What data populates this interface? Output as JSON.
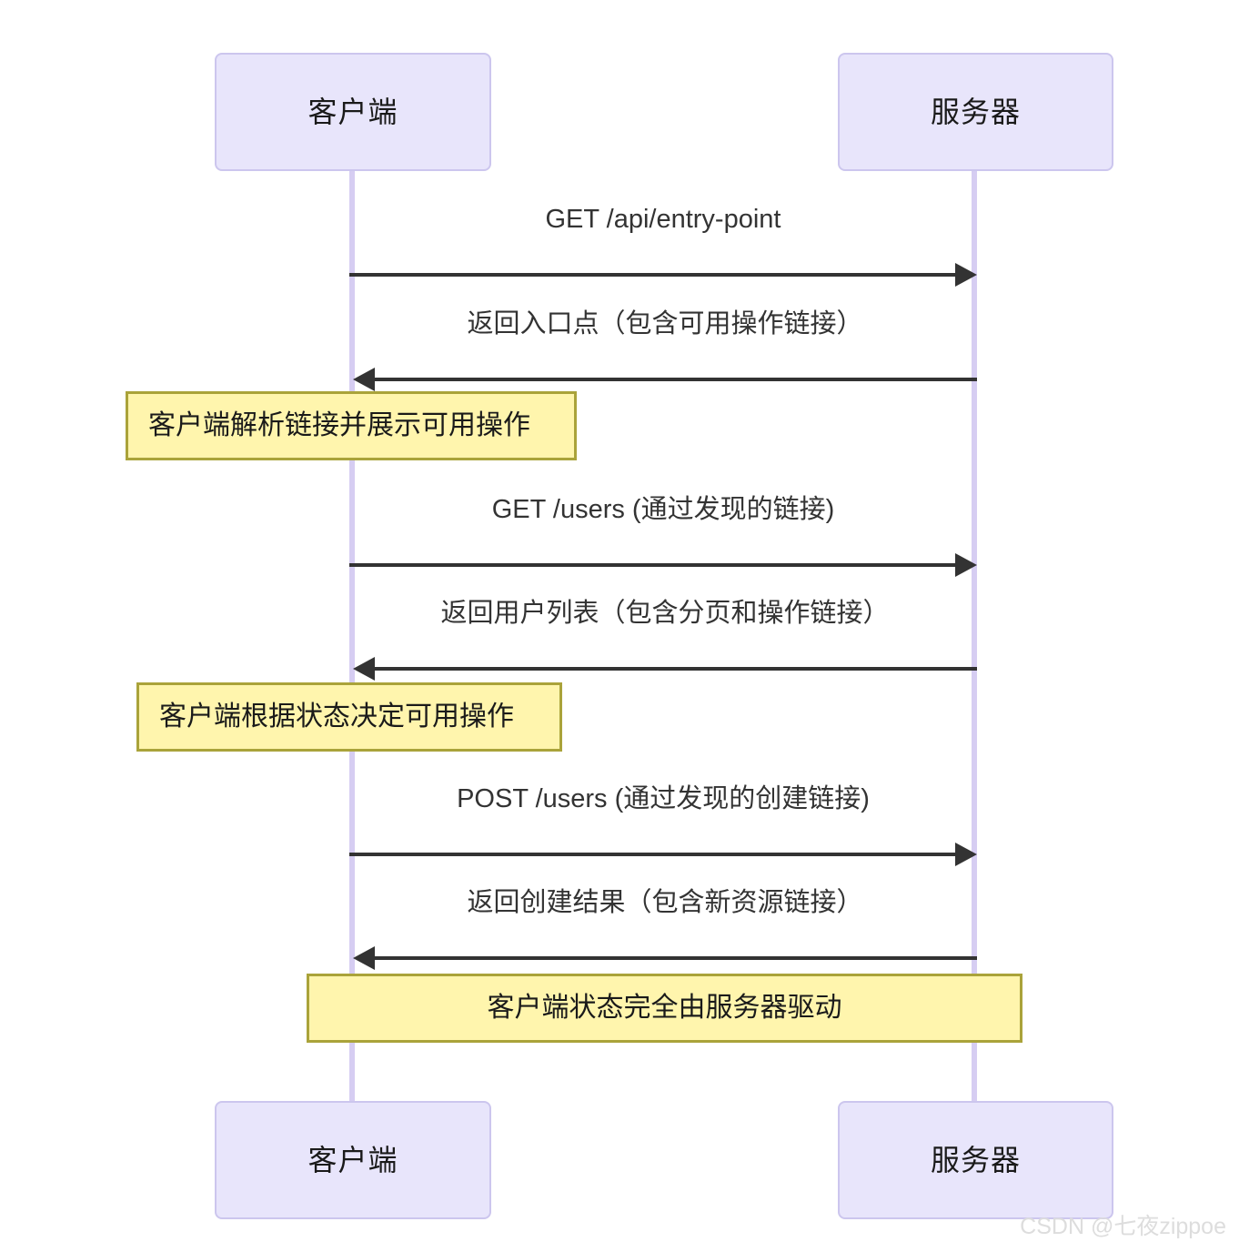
{
  "diagram": {
    "type": "sequence-diagram",
    "participants": [
      {
        "id": "client",
        "label": "客户端"
      },
      {
        "id": "server",
        "label": "服务器"
      }
    ],
    "messages": [
      {
        "label": "GET /api/entry-point",
        "from": "client",
        "to": "server",
        "direction": "right"
      },
      {
        "label": "返回入口点（包含可用操作链接）",
        "from": "server",
        "to": "client",
        "direction": "left"
      },
      {
        "label": "GET /users (通过发现的链接)",
        "from": "client",
        "to": "server",
        "direction": "right"
      },
      {
        "label": "返回用户列表（包含分页和操作链接）",
        "from": "server",
        "to": "client",
        "direction": "left"
      },
      {
        "label": "POST /users (通过发现的创建链接)",
        "from": "client",
        "to": "server",
        "direction": "right"
      },
      {
        "label": "返回创建结果（包含新资源链接）",
        "from": "server",
        "to": "client",
        "direction": "left"
      }
    ],
    "notes": [
      {
        "text": "客户端解析链接并展示可用操作",
        "over": "client",
        "align": "left"
      },
      {
        "text": "客户端根据状态决定可用操作",
        "over": "client",
        "align": "left"
      },
      {
        "text": "客户端状态完全由服务器驱动",
        "over": "client,server",
        "align": "center"
      }
    ],
    "colors": {
      "participant_fill": "#e8e5fb",
      "participant_border": "#ccc6ee",
      "lifeline": "#d6cdf2",
      "note_fill": "#fff5ad",
      "note_border": "#aaa33a",
      "arrow": "#333333",
      "label_text": "#333333",
      "watermark": "#dddddd"
    }
  },
  "watermark": {
    "text": "CSDN @七夜zippoe"
  }
}
